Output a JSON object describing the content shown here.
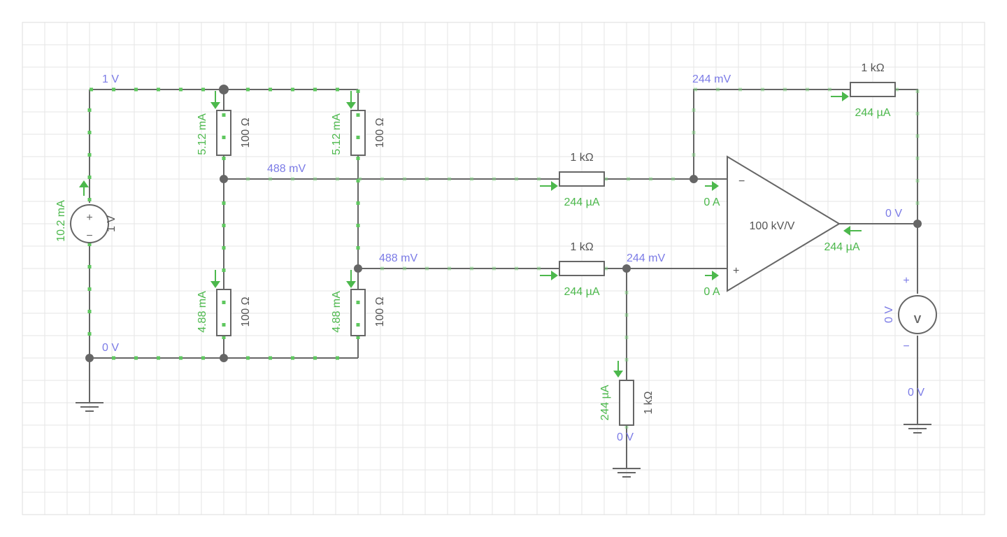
{
  "voltages": {
    "top_left": "1 V",
    "bottom_left": "0 V",
    "mid_left": "488 mV",
    "mid_right": "488 mV",
    "feedback_top": "244 mV",
    "noninv_node": "244 mV",
    "output": "0 V",
    "meter_reading": "0 V",
    "ground_right": "0 V",
    "ground_bottom": "0 V"
  },
  "currents": {
    "source": "10.2 mA",
    "r_top_left": "5.12 mA",
    "r_top_right": "5.12 mA",
    "r_bot_left": "4.88 mA",
    "r_bot_right": "4.88 mA",
    "r_in_inv": "244 µA",
    "r_in_noninv": "244 µA",
    "r_feedback": "244 µA",
    "r_ground": "244 µA",
    "inv_input": "0 A",
    "noninv_input": "0 A",
    "output": "244 µA"
  },
  "components": {
    "source_value": "1 V",
    "r_top_left": "100 Ω",
    "r_top_right": "100 Ω",
    "r_bot_left": "100 Ω",
    "r_bot_right": "100 Ω",
    "r_in_inv": "1 kΩ",
    "r_in_noninv": "1 kΩ",
    "r_feedback": "1 kΩ",
    "r_ground": "1 kΩ",
    "opamp_gain": "100 kV/V"
  },
  "symbols": {
    "plus": "+",
    "minus": "−",
    "voltmeter": "V"
  },
  "colors": {
    "wire": "#666666",
    "voltage_label": "#7b7be6",
    "current_label": "#4cb84c",
    "grid": "#e6e6e6"
  }
}
